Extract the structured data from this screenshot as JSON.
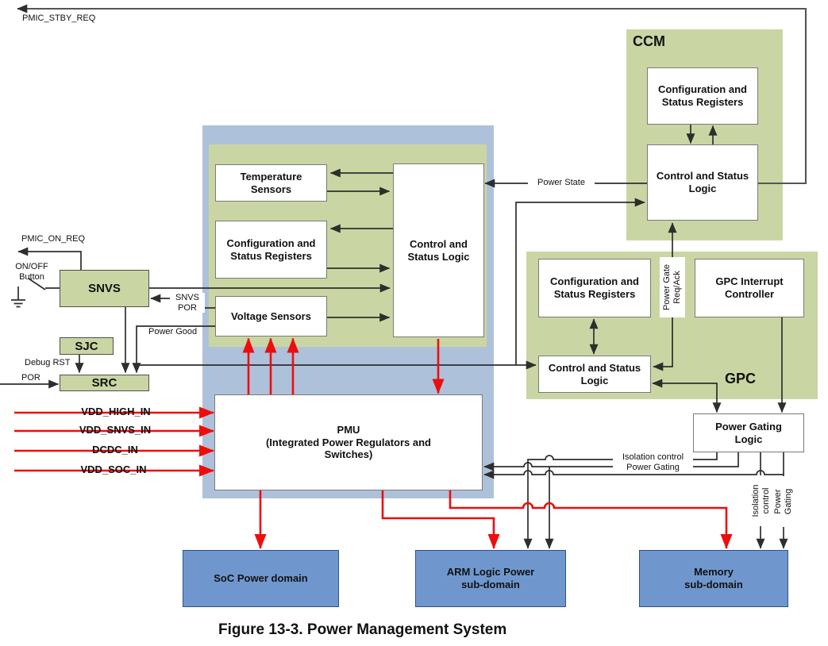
{
  "colors": {
    "canvas_bg": "#ffffff",
    "region_blue": "#aec1da",
    "region_green": "#c9d6a3",
    "domain_blue": "#6f97ce",
    "domain_border": "#2f5388",
    "box_border": "#7a7a7a",
    "green_box_border": "#4f4f4f",
    "wire": "#2e2e2e",
    "wire_red": "#ee0d0d",
    "text": "#111111"
  },
  "regions": {
    "ccm_title": "CCM",
    "gpc_title": "GPC"
  },
  "boxes": {
    "temperature_sensors": "Temperature Sensors",
    "pmu_config_registers": "Configuration and Status Registers",
    "voltage_sensors": "Voltage Sensors",
    "pmu_control_logic": "Control and Status Logic",
    "pmu_lines": [
      "PMU",
      "(Integrated Power Regulators and",
      "Switches)"
    ],
    "snvs": "SNVS",
    "sjc": "SJC",
    "src": "SRC",
    "ccm_config_registers": "Configuration and Status Registers",
    "ccm_control_logic": "Control and Status Logic",
    "gpc_config_registers": "Configuration and Status Registers",
    "gpc_interrupt_controller": "GPC Interrupt Controller",
    "gpc_control_logic": "Control and Status Logic",
    "power_gating_logic": "Power Gating Logic",
    "soc_domain": "SoC Power domain",
    "arm_domain_lines": [
      "ARM Logic Power",
      "sub-domain"
    ],
    "memory_domain_lines": [
      "Memory",
      "sub-domain"
    ]
  },
  "signals": {
    "pmic_stby_req": "PMIC_STBY_REQ",
    "pmic_on_req": "PMIC_ON_REQ",
    "on_off_lines": [
      "ON/OFF",
      "Button"
    ],
    "snvs_por_lines": [
      "SNVS",
      "POR"
    ],
    "power_good": "Power Good",
    "debug_rst": "Debug RST",
    "por": "POR",
    "power_state": "Power State",
    "power_gate_req_ack_lines": [
      "Power Gate",
      "Req/Ack"
    ],
    "isolation_control": "Isolation control",
    "power_gating": "Power Gating",
    "isolation_control_vertical_lines": [
      "Isolation",
      "control"
    ],
    "power_gating_vertical_lines": [
      "Power",
      "Gating"
    ],
    "vdd_high_in": "VDD_HIGH_IN",
    "vdd_snvs_in": "VDD_SNVS_IN",
    "dcdc_in": "DCDC_IN",
    "vdd_soc_in": "VDD_SOC_IN"
  },
  "caption": "Figure 13-3. Power Management System"
}
